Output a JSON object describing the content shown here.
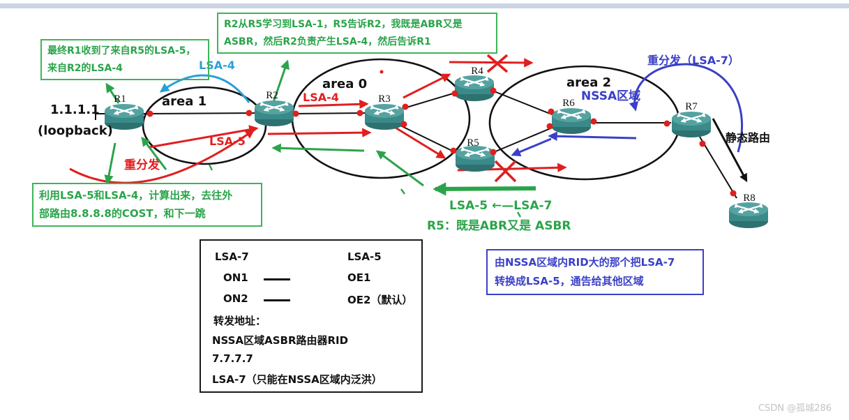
{
  "areas": {
    "area1": "area 1",
    "area0": "area 0",
    "area2": "area 2"
  },
  "routers": {
    "r1": "R1",
    "r2": "R2",
    "r3": "R3",
    "r4": "R4",
    "r5": "R5",
    "r6": "R6",
    "r7": "R7",
    "r8": "R8"
  },
  "annotations": {
    "loopback_ip": "1.1.1.1",
    "loopback_label": "(loopback)",
    "lsa4_cyan": "LSA-4",
    "lsa4_red": "LSA-4",
    "lsa5_red": "LSA-5",
    "redistribute_red": "重分发",
    "nssa_region": "NSSA区域",
    "redistribute_lsa7": "重分发（LSA-7）",
    "static_route": "静态路由",
    "lsa5_from_lsa7": "LSA-5 ←—LSA-7",
    "r5_role": "R5：既是ABR又是 ASBR"
  },
  "notes": {
    "r1_result": {
      "line1": "最终R1收到了来自R5的LSA-5，",
      "line2": "来自R2的LSA-4"
    },
    "r2_learn": {
      "line1": "R2从R5学习到LSA-1，R5告诉R2，我既是ABR又是",
      "line2": "ASBR，然后R2负责产生LSA-4，然后告诉R1"
    },
    "r1_compute": {
      "line1": "利用LSA-5和LSA-4，计算出来，去往外",
      "line2": "部路由8.8.8.8的COST，和下一跳"
    },
    "nssa_translate": {
      "line1": "由NSSA区域内RID大的那个把LSA-7",
      "line2": "转换成LSA-5，通告给其他区域"
    }
  },
  "legend": {
    "col_left_title": "LSA-7",
    "col_right_title": "LSA-5",
    "row1_left": "ON1",
    "row1_right": "OE1",
    "row2_left": "ON2",
    "row2_right": "OE2（默认）",
    "forward_label": "转发地址：",
    "forward_value": "NSSA区域ASBR路由器RID",
    "forward_ip": "7.7.7.7",
    "flood_note": "LSA-7（只能在NSSA区域内泛洪）"
  },
  "watermark": "CSDN @孤城286",
  "colors": {
    "annotation_green": "#2aa44a",
    "annotation_red": "#e01f1f",
    "annotation_blue": "#3a40c6",
    "annotation_cyan": "#2a9fd6",
    "router_teal": "#3a8a89",
    "topbar_gray": "#ccd3e2",
    "link_black": "#111111"
  }
}
